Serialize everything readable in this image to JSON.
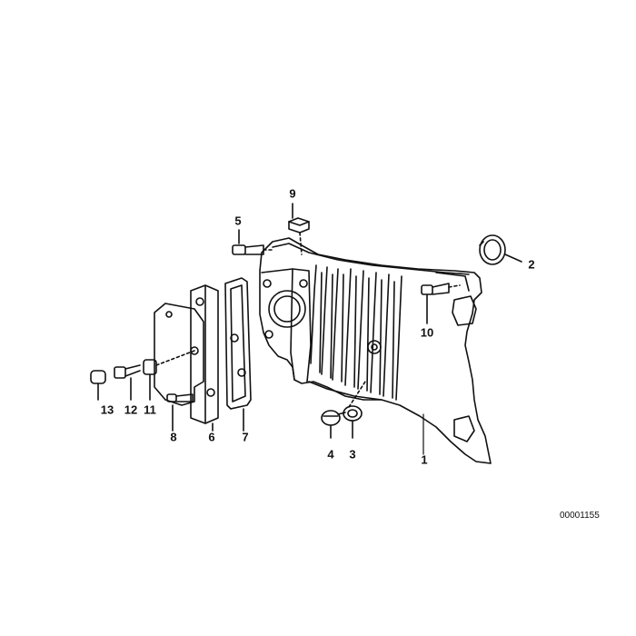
{
  "diagram": {
    "reference_number": "00001155",
    "callouts": [
      {
        "id": "1",
        "label": "1"
      },
      {
        "id": "2",
        "label": "2"
      },
      {
        "id": "3",
        "label": "3"
      },
      {
        "id": "4",
        "label": "4"
      },
      {
        "id": "5",
        "label": "5"
      },
      {
        "id": "6",
        "label": "6"
      },
      {
        "id": "7",
        "label": "7"
      },
      {
        "id": "8",
        "label": "8"
      },
      {
        "id": "9",
        "label": "9"
      },
      {
        "id": "10",
        "label": "10"
      },
      {
        "id": "11",
        "label": "11"
      },
      {
        "id": "12",
        "label": "12"
      },
      {
        "id": "13",
        "label": "13"
      }
    ]
  }
}
